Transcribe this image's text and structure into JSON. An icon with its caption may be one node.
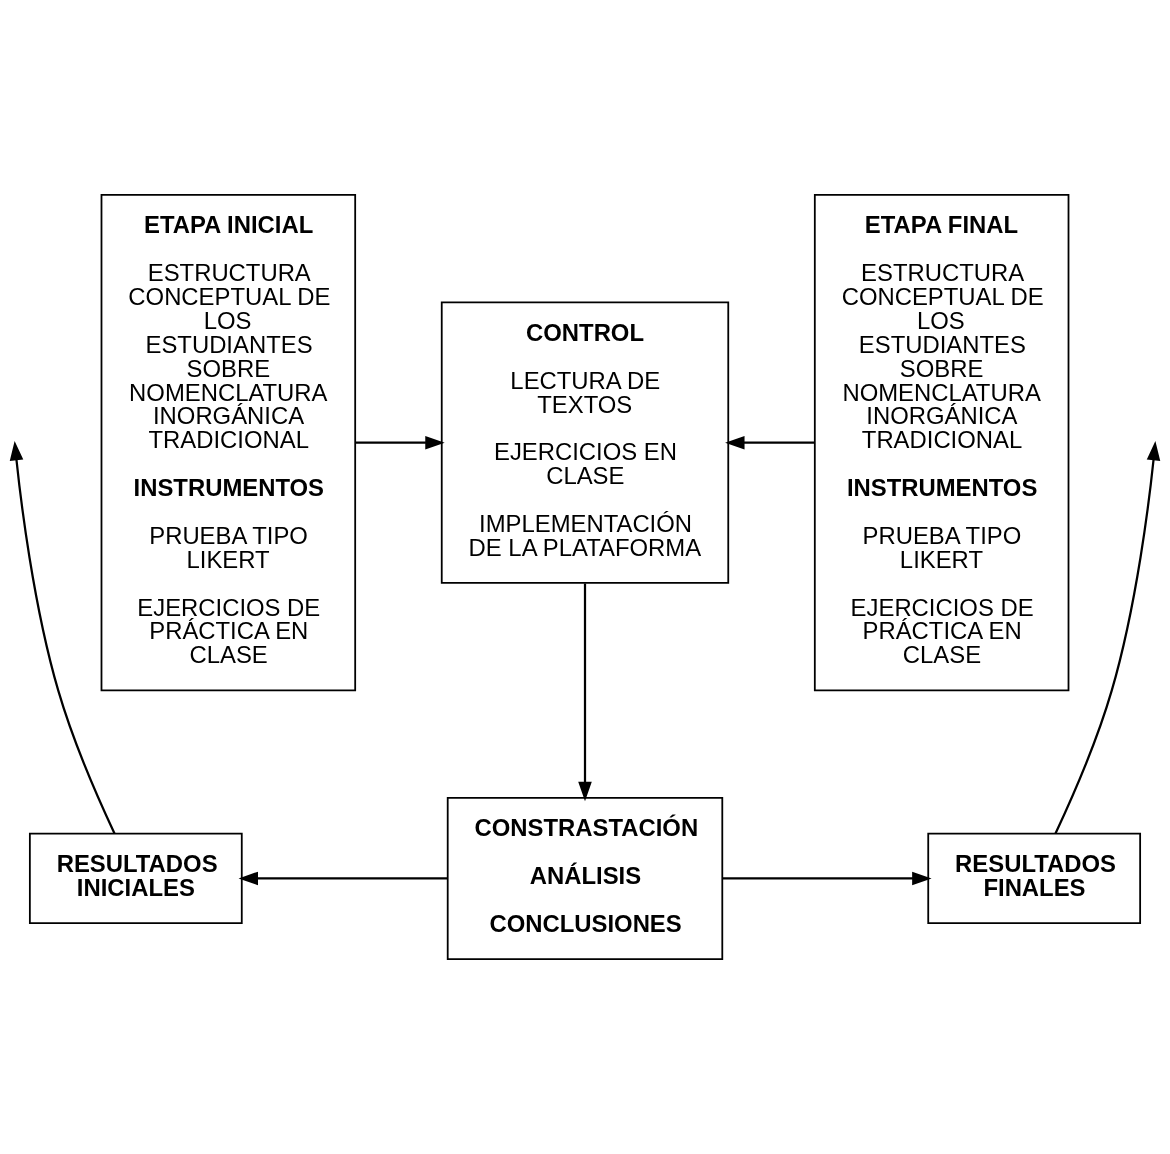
{
  "diagram": {
    "nodes": [
      {
        "text": [
          "ETAPA INICIAL",
          "ESTRUCTURA CONCEPTUAL DE LOS ESTUDIANTES SOBRE NOMENCLATURA INORGÁNICA TRADICIONAL",
          "INSTRUMENTOS",
          "PRUEBA TIPO LIKERT",
          "EJERCICIOS DE PRÁCTICA EN CLASE"
        ]
      },
      {
        "text": [
          "CONTROL",
          "LECTURA DE TEXTOS",
          "EJERCICIOS EN CLASE",
          "IMPLEMENTACIÓN DE LA PLATAFORMA"
        ]
      },
      {
        "text": [
          "ETAPA FINAL",
          "ESTRUCTURA CONCEPTUAL DE LOS ESTUDIANTES SOBRE NOMENCLATURA INORGÁNICA TRADICIONAL",
          "INSTRUMENTOS",
          "PRUEBA TIPO LIKERT",
          "EJERCICIOS DE PRÁCTICA EN CLASE"
        ]
      },
      {
        "text": [
          "RESULTADOS INICIALES"
        ]
      },
      {
        "text": [
          "CONSTRASTACIÓN",
          "ANÁLISIS",
          "CONCLUSIONES"
        ]
      },
      {
        "text": [
          "RESULTADOS FINALES"
        ]
      }
    ],
    "edges": [
      {
        "from": 0,
        "to": 1,
        "arrow": "to"
      },
      {
        "from": 2,
        "to": 1,
        "arrow": "to"
      },
      {
        "from": 1,
        "to": 4,
        "arrow": "to"
      },
      {
        "from": 3,
        "to": null,
        "arrow": "to"
      },
      {
        "from": 4,
        "to": 3,
        "arrow": "to"
      },
      {
        "from": 4,
        "to": 5,
        "arrow": "to"
      },
      {
        "from": 5,
        "to": null,
        "arrow": "to"
      }
    ]
  }
}
